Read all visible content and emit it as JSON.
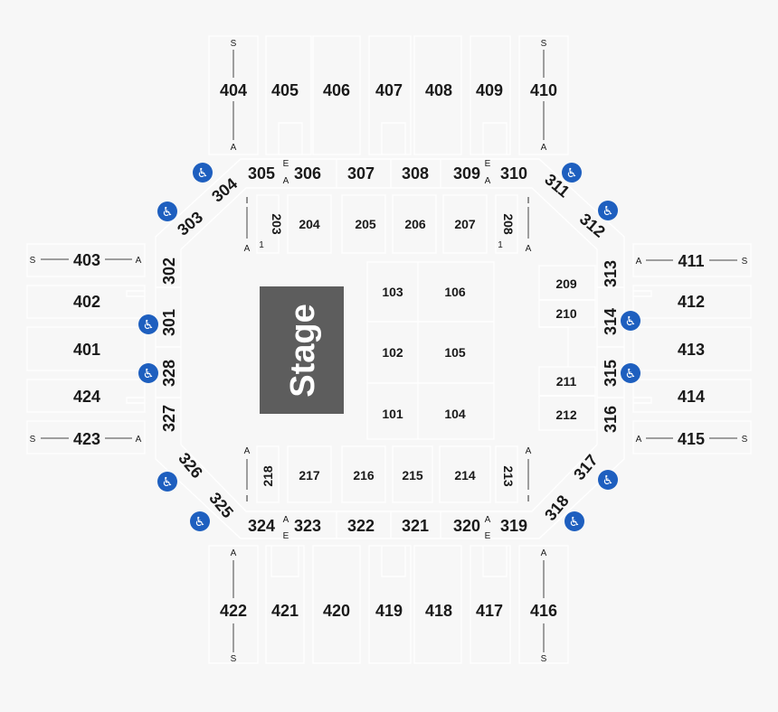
{
  "stage": {
    "label": "Stage"
  },
  "sections": {
    "s404": "404",
    "s405": "405",
    "s406": "406",
    "s407": "407",
    "s408": "408",
    "s409": "409",
    "s410": "410",
    "s421": "421",
    "s420": "420",
    "s419": "419",
    "s418": "418",
    "s417": "417",
    "s416": "416",
    "s422": "422",
    "s403": "403",
    "s402": "402",
    "s401": "401",
    "s424": "424",
    "s423": "423",
    "s411": "411",
    "s412": "412",
    "s413": "413",
    "s414": "414",
    "s415": "415",
    "s305": "305",
    "s306": "306",
    "s307": "307",
    "s308": "308",
    "s309": "309",
    "s310": "310",
    "s324": "324",
    "s323": "323",
    "s322": "322",
    "s321": "321",
    "s320": "320",
    "s319": "319",
    "s302": "302",
    "s301": "301",
    "s328": "328",
    "s327": "327",
    "s313": "313",
    "s314": "314",
    "s315": "315",
    "s316": "316",
    "s304": "304",
    "s303": "303",
    "s311": "311",
    "s312": "312",
    "s326": "326",
    "s325": "325",
    "s317": "317",
    "s318": "318",
    "s203": "203",
    "s204": "204",
    "s205": "205",
    "s206": "206",
    "s207": "207",
    "s208": "208",
    "s218": "218",
    "s217": "217",
    "s216": "216",
    "s215": "215",
    "s214": "214",
    "s213": "213",
    "s209": "209",
    "s210": "210",
    "s211": "211",
    "s212": "212",
    "s101": "101",
    "s102": "102",
    "s103": "103",
    "s104": "104",
    "s105": "105",
    "s106": "106"
  },
  "markers": {
    "s": "S",
    "a": "A",
    "e": "E",
    "i": "I",
    "one": "1"
  },
  "icons": {
    "accessible": "wheelchair-icon",
    "accessible_color": "#1e5fbf"
  }
}
